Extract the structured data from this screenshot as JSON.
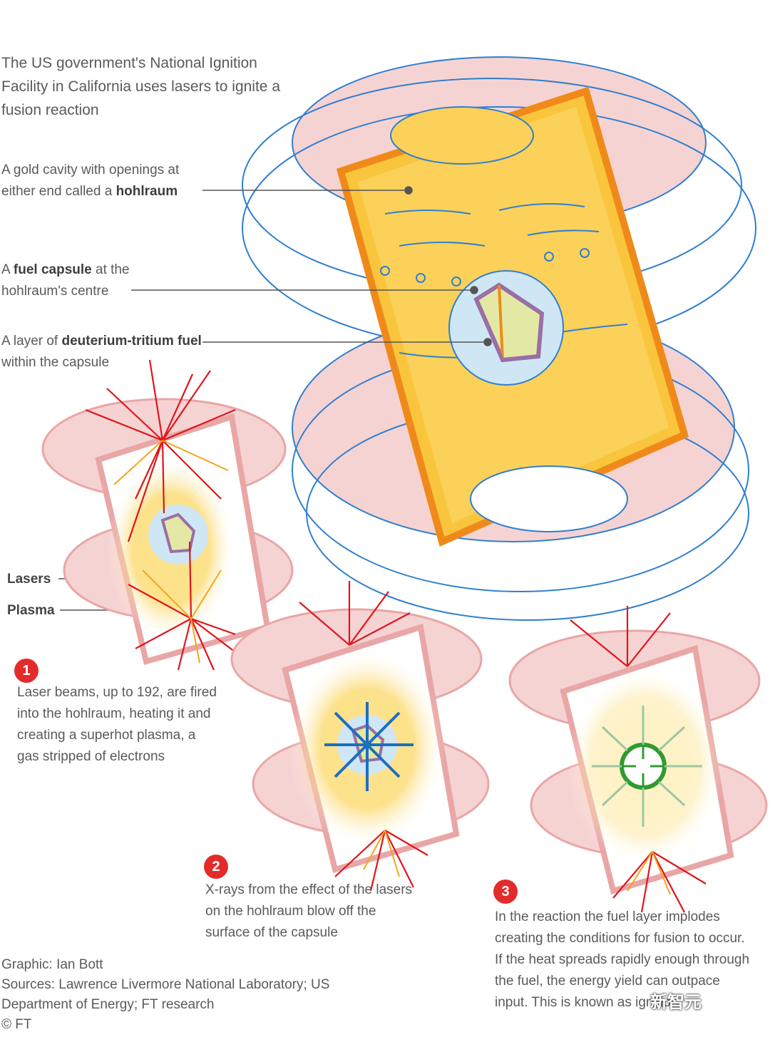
{
  "intro": "The US government's National Ignition Facility in California uses lasers to ignite a fusion reaction",
  "labels": {
    "hohlraum_pre": "A gold cavity with openings at either end called a ",
    "hohlraum_bold": "hohlraum",
    "capsule_pre": "A ",
    "capsule_bold": "fuel capsule",
    "capsule_post": " at the hohlraum's centre",
    "fuel_pre": "A layer of ",
    "fuel_bold": "deuterium-tritium fuel",
    "fuel_post": " within the capsule",
    "lasers": "Lasers",
    "plasma": "Plasma"
  },
  "steps": [
    {
      "num": "1",
      "text": "Laser beams, up to 192, are fired into the hohlraum, heating it and creating a superhot plasma, a gas stripped of electrons"
    },
    {
      "num": "2",
      "text": "X-rays from the effect of the lasers on the hohlraum blow off the surface of the capsule"
    },
    {
      "num": "3",
      "text": "In the reaction the fuel layer implodes creating the conditions for fusion to occur. If the heat spreads rapidly enough through the fuel, the energy yield can outpace input. This is known as ignition"
    }
  ],
  "credits": {
    "graphic": "Graphic: Ian Bott",
    "sources": "Sources: Lawrence Livermore National Laboratory; US Department of Energy; FT research",
    "copyright": "© FT"
  },
  "watermark": "新智元",
  "colors": {
    "gold": "#f9c53c",
    "gold_edge": "#ef8a1a",
    "pink": "#f6d3d3",
    "pink_edge": "#e9a6a6",
    "blue_outline": "#2f7fd0",
    "laser_red": "#e0151b",
    "xray_blue": "#1d6fbf",
    "green": "#2f9b2f",
    "badge": "#e32b2b"
  }
}
